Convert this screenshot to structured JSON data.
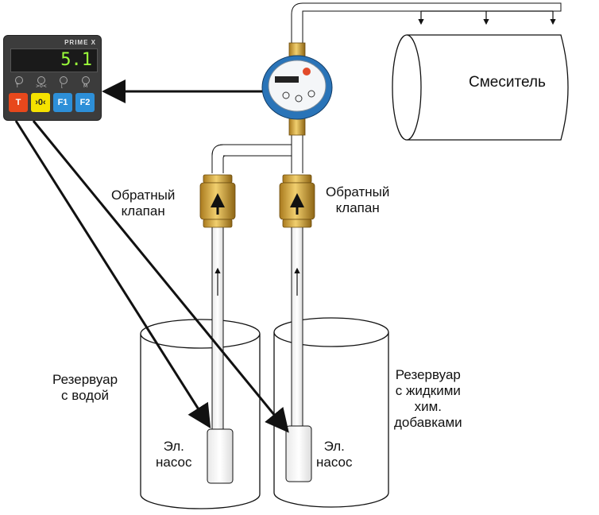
{
  "controller": {
    "brand": "PRIME X",
    "display_value": "5.1",
    "indicators": [
      "T",
      ">0<",
      "⌊",
      "M"
    ],
    "buttons": [
      {
        "label": "T",
        "color": "#e8481c",
        "text_color": "#ffffff"
      },
      {
        "label": "›0‹",
        "color": "#f5e200",
        "text_color": "#222222"
      },
      {
        "label": "F1",
        "color": "#2d8fd8",
        "text_color": "#ffffff"
      },
      {
        "label": "F2",
        "color": "#2d8fd8",
        "text_color": "#ffffff"
      }
    ]
  },
  "labels": {
    "mixer": "Смеситель",
    "check_valve_left": [
      "Обратный",
      "клапан"
    ],
    "check_valve_right": [
      "Обратный",
      "клапан"
    ],
    "tank_water": [
      "Резервуар",
      "с водой"
    ],
    "tank_chem": [
      "Резервуар",
      "с жидкими",
      "хим.",
      "добавками"
    ],
    "pump_left": [
      "Эл.",
      "насос"
    ],
    "pump_right": [
      "Эл.",
      "насос"
    ]
  },
  "colors": {
    "pipe": "#ffffff",
    "outline": "#111111",
    "brass": "#d2a032",
    "meter_body": "#2a74b8"
  }
}
